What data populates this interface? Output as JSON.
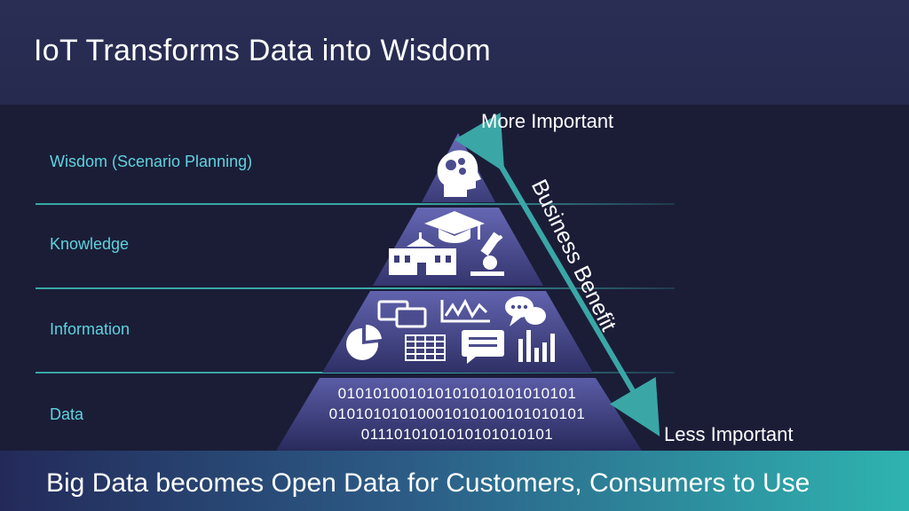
{
  "title": "IoT Transforms Data into Wisdom",
  "levels": [
    {
      "label": "Wisdom (Scenario Planning)"
    },
    {
      "label": "Knowledge"
    },
    {
      "label": "Information"
    },
    {
      "label": "Data"
    }
  ],
  "binary_lines": [
    "010101001010101010101010101",
    "01010101010001010100101010101",
    "0111010101010101010101"
  ],
  "arrow": {
    "top_label": "More Important",
    "bottom_label": "Less Important",
    "axis_label": "Business Benefit"
  },
  "footer": "Big Data becomes Open Data for Customers, Consumers to Use",
  "icons": {
    "wisdom": [
      "head-with-gears-icon"
    ],
    "knowledge": [
      "graduation-cap-icon",
      "school-building-icon",
      "microscope-icon"
    ],
    "information": [
      "chat-bubbles-icon",
      "line-chart-icon",
      "speech-bubbles-icon",
      "pie-chart-icon",
      "table-grid-icon",
      "message-icon",
      "bar-chart-icon"
    ]
  },
  "colors": {
    "label": "#5fd3df",
    "pyramid_top": "#5a5ca8",
    "pyramid_bottom": "#2e2f62",
    "arrow": "#3aa7a6",
    "footer_accent": "#2eb4b0"
  }
}
